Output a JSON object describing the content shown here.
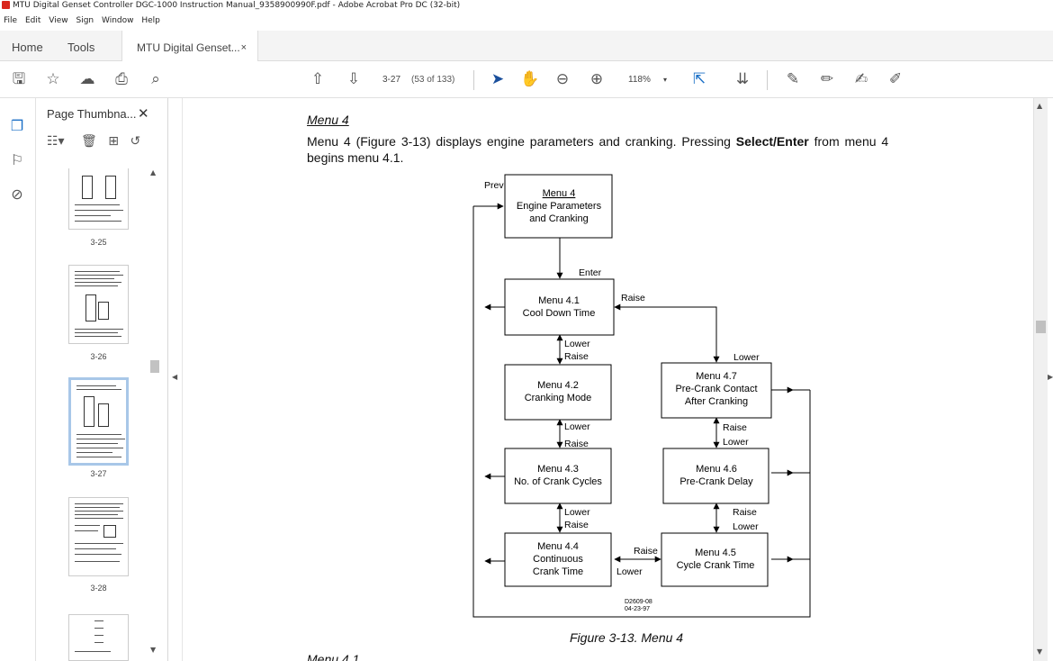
{
  "window": {
    "title": "MTU Digital Genset Controller DGC-1000 Instruction Manual_9358900990F.pdf - Adobe Acrobat Pro DC (32-bit)"
  },
  "menubar": [
    "File",
    "Edit",
    "View",
    "Sign",
    "Window",
    "Help"
  ],
  "tabs": {
    "home": "Home",
    "tools": "Tools",
    "document": "MTU Digital Genset...",
    "close": "×"
  },
  "toolbar": {
    "page_value": "3-27",
    "page_count": "(53 of 133)",
    "zoom": "118%"
  },
  "thumbnails": {
    "title": "Page Thumbna...",
    "pages": [
      {
        "label": "3-25",
        "selected": false
      },
      {
        "label": "3-26",
        "selected": false
      },
      {
        "label": "3-27",
        "selected": true
      },
      {
        "label": "3-28",
        "selected": false
      }
    ]
  },
  "document": {
    "heading": "Menu 4",
    "para_1": "Menu 4 (Figure 3-13) displays engine parameters and cranking. Pressing",
    "para_bold": "Select/Enter",
    "para_2": "from menu 4",
    "para_3": "begins menu 4.1.",
    "caption": "Figure 3-13. Menu 4",
    "next_heading": "Menu 4.1",
    "diagram": {
      "boxes": [
        {
          "id": "m4",
          "title": "Menu 4",
          "lines": [
            "Engine Parameters",
            "and Cranking"
          ]
        },
        {
          "id": "m41",
          "title": "Menu 4.1",
          "lines": [
            "Cool Down Time"
          ]
        },
        {
          "id": "m42",
          "title": "Menu 4.2",
          "lines": [
            "Cranking Mode"
          ]
        },
        {
          "id": "m43",
          "title": "Menu 4.3",
          "lines": [
            "No. of Crank Cycles"
          ]
        },
        {
          "id": "m44",
          "title": "Menu 4.4",
          "lines": [
            "Continuous",
            "Crank Time"
          ]
        },
        {
          "id": "m45",
          "title": "Menu 4.5",
          "lines": [
            "Cycle Crank Time"
          ]
        },
        {
          "id": "m46",
          "title": "Menu 4.6",
          "lines": [
            "Pre-Crank Delay"
          ]
        },
        {
          "id": "m47",
          "title": "Menu 4.7",
          "lines": [
            "Pre-Crank Contact",
            "After Cranking"
          ]
        }
      ],
      "labels": {
        "prev": "Prev",
        "enter": "Enter",
        "raise": "Raise",
        "lower": "Lower",
        "code_1": "D2609-08",
        "code_2": "04-23-97"
      }
    }
  }
}
